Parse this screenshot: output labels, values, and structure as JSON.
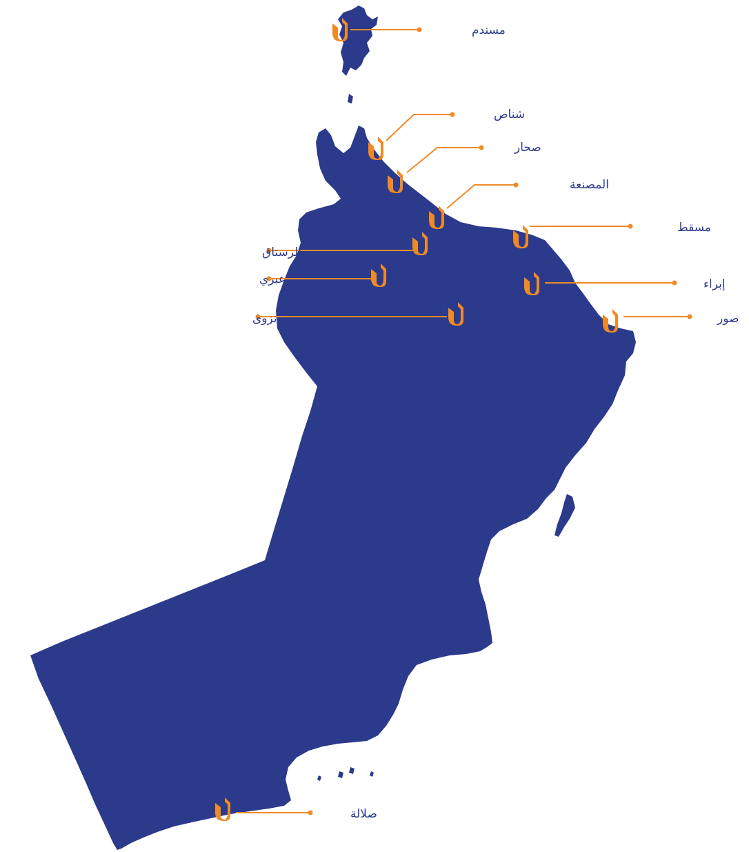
{
  "map": {
    "land_color": "#2c3a8c",
    "marker_color": "#f08a24",
    "label_color": "#2e3a8c",
    "marker_icon": "branch-logo-icon",
    "locations": [
      {
        "id": "musandam",
        "name": "مسندم"
      },
      {
        "id": "shinas",
        "name": "شناص"
      },
      {
        "id": "sohar",
        "name": "صحار"
      },
      {
        "id": "musannah",
        "name": "المصنعة"
      },
      {
        "id": "muscat",
        "name": "مسقط"
      },
      {
        "id": "rustaq",
        "name": "الرستاق"
      },
      {
        "id": "ibri",
        "name": "عبري"
      },
      {
        "id": "nizwa",
        "name": "نزوى"
      },
      {
        "id": "ibra",
        "name": "إبراء"
      },
      {
        "id": "sur",
        "name": "صور"
      },
      {
        "id": "salalah",
        "name": "صلالة"
      }
    ]
  }
}
